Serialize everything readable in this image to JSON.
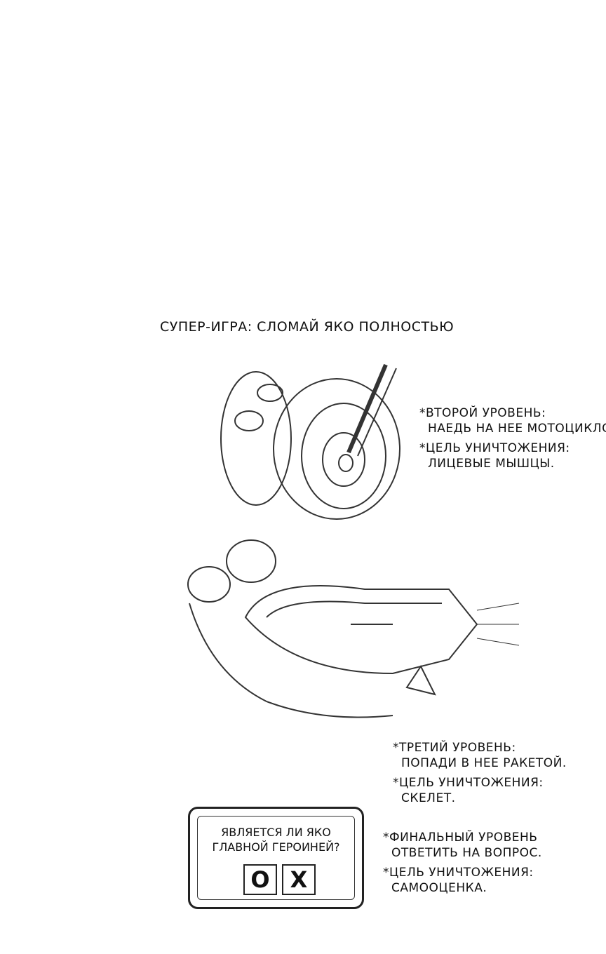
{
  "title": "Супер-игра: сломай Яко полностью",
  "levels": [
    {
      "level": "Второй уровень:",
      "task": "наедь на нее мотоциклом.",
      "target_label": "Цель уничтожения:",
      "target": "лицевые мышцы."
    },
    {
      "level": "Третий уровень:",
      "task": "попади в нее ракетой.",
      "target_label": "Цель уничтожения:",
      "target": "скелет."
    },
    {
      "level": "Финальный уровень",
      "task": "ответить на вопрос.",
      "target_label": "Цель уничтожения:",
      "target": "самооценка."
    }
  ],
  "bullet": "*",
  "quiz": {
    "question_line1": "Является ли Яко",
    "question_line2": "главной героиней?",
    "yes_label": "O",
    "no_label": "X"
  }
}
